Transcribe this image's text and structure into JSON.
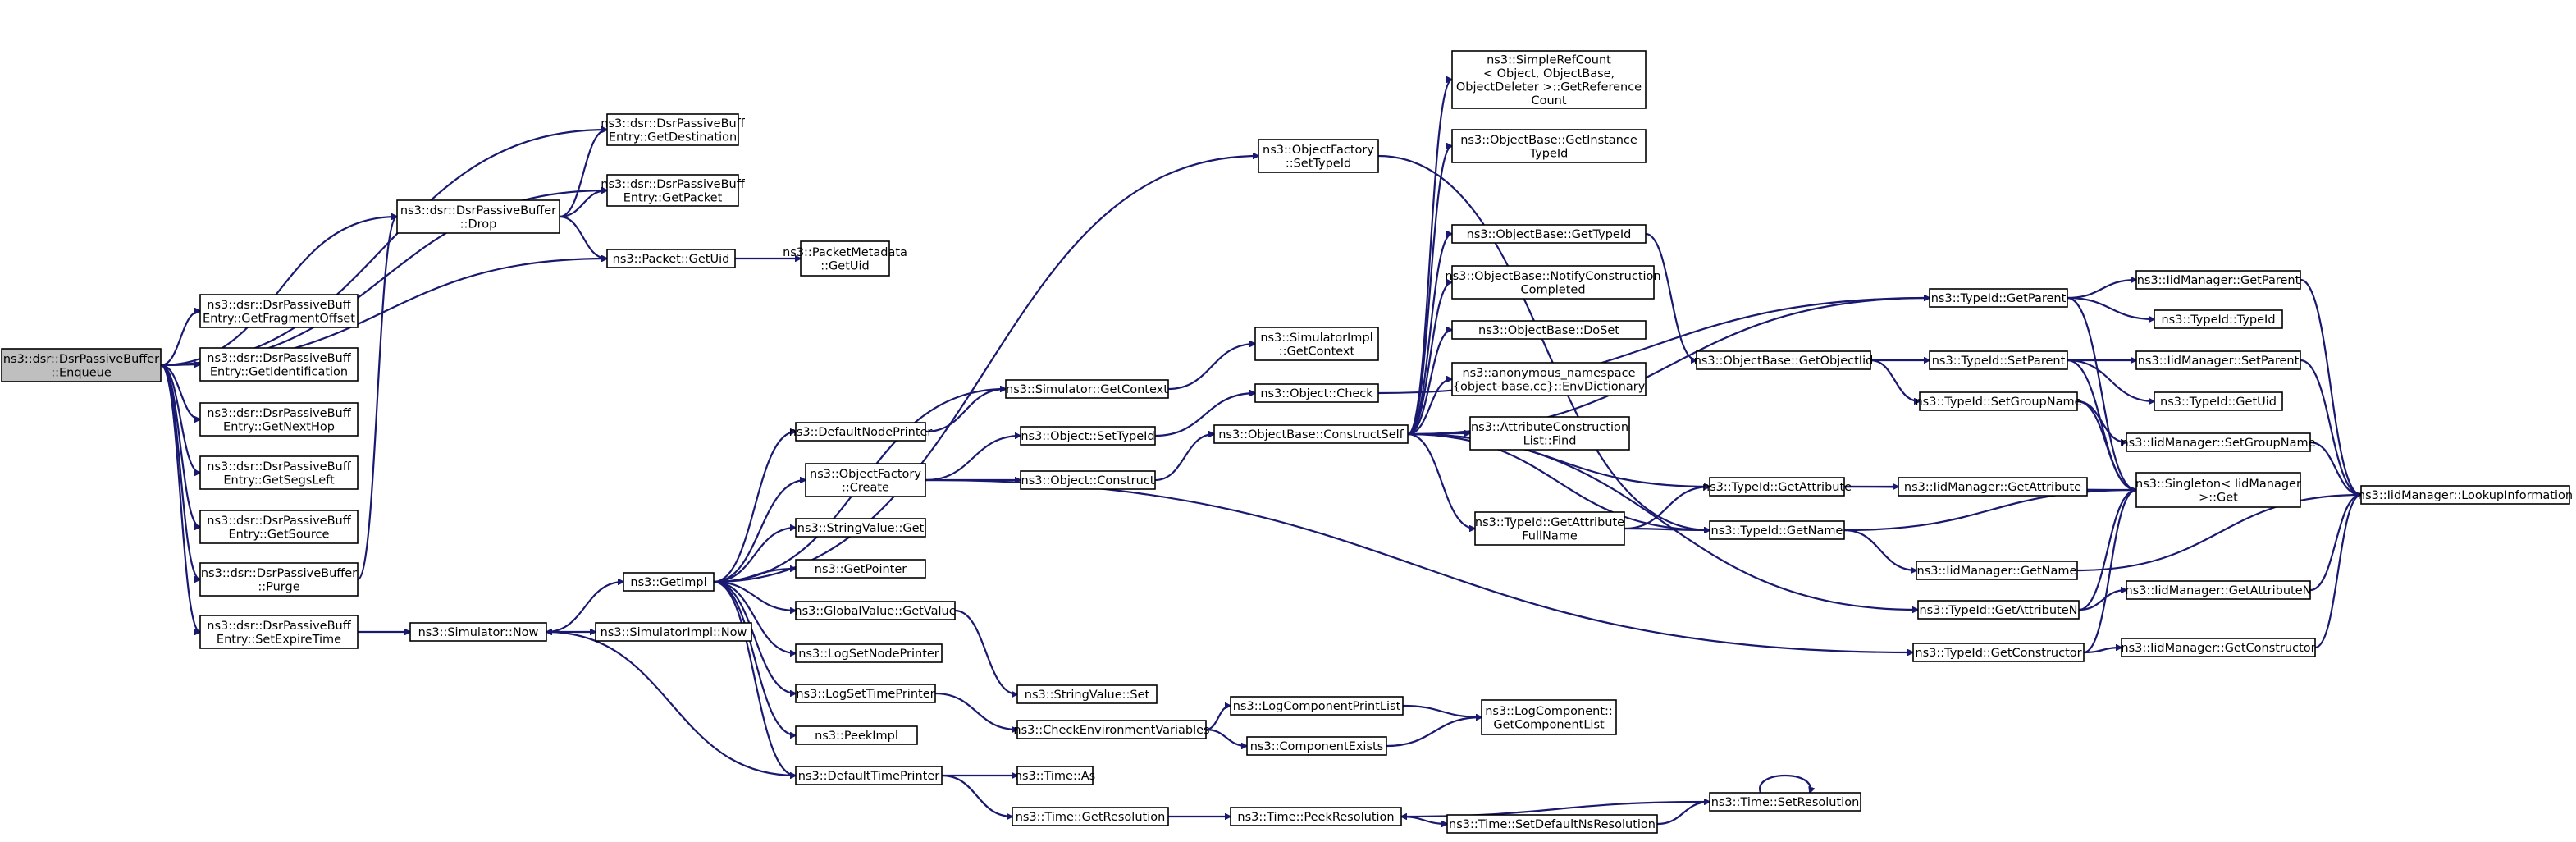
{
  "nodes": {
    "enqueue": [
      "ns3::dsr::DsrPassiveBuffer",
      "::Enqueue"
    ],
    "getdest": [
      "ns3::dsr::DsrPassiveBuff",
      "Entry::GetDestination"
    ],
    "getpacket": [
      "ns3::dsr::DsrPassiveBuff",
      "Entry::GetPacket"
    ],
    "drop": [
      "ns3::dsr::DsrPassiveBuffer",
      "::Drop"
    ],
    "pktgetuid": [
      "ns3::Packet::GetUid"
    ],
    "pmgetuid": [
      "ns3::PacketMetadata",
      "::GetUid"
    ],
    "getfrag": [
      "ns3::dsr::DsrPassiveBuff",
      "Entry::GetFragmentOffset"
    ],
    "getident": [
      "ns3::dsr::DsrPassiveBuff",
      "Entry::GetIdentification"
    ],
    "getnexthop": [
      "ns3::dsr::DsrPassiveBuff",
      "Entry::GetNextHop"
    ],
    "getsegs": [
      "ns3::dsr::DsrPassiveBuff",
      "Entry::GetSegsLeft"
    ],
    "getsource": [
      "ns3::dsr::DsrPassiveBuff",
      "Entry::GetSource"
    ],
    "purge": [
      "ns3::dsr::DsrPassiveBuffer",
      "::Purge"
    ],
    "setexpire": [
      "ns3::dsr::DsrPassiveBuff",
      "Entry::SetExpireTime"
    ],
    "simnow": [
      "ns3::Simulator::Now"
    ],
    "getimpl": [
      "ns3::GetImpl"
    ],
    "simimplnow": [
      "ns3::SimulatorImpl::Now"
    ],
    "ofsettypeid": [
      "ns3::ObjectFactory",
      "::SetTypeId"
    ],
    "defnodeprinter": [
      "ns3::DefaultNodePrinter"
    ],
    "simgetcontext": [
      "ns3::Simulator::GetContext"
    ],
    "simimplgetcontext": [
      "ns3::SimulatorImpl",
      "::GetContext"
    ],
    "ofcreate": [
      "ns3::ObjectFactory",
      "::Create"
    ],
    "objsettypeid": [
      "ns3::Object::SetTypeId"
    ],
    "objconstruct": [
      "ns3::Object::Construct"
    ],
    "objcheck": [
      "ns3::Object::Check"
    ],
    "stringget": [
      "ns3::StringValue::Get"
    ],
    "getpointer": [
      "ns3::GetPointer"
    ],
    "gvgetvalue": [
      "ns3::GlobalValue::GetValue"
    ],
    "stringset": [
      "ns3::StringValue::Set"
    ],
    "logsetnode": [
      "ns3::LogSetNodePrinter"
    ],
    "logsettime": [
      "ns3::LogSetTimePrinter"
    ],
    "peekimpl": [
      "ns3::PeekImpl"
    ],
    "deftimeprinter": [
      "ns3::DefaultTimePrinter"
    ],
    "checkenv": [
      "ns3::CheckEnvironmentVariables"
    ],
    "logcompprint": [
      "ns3::LogComponentPrintList"
    ],
    "compexists": [
      "ns3::ComponentExists"
    ],
    "getcomplist": [
      "ns3::LogComponent::",
      "GetComponentList"
    ],
    "timeas": [
      "ns3::Time::As"
    ],
    "timegetres": [
      "ns3::Time::GetResolution"
    ],
    "timepeekres": [
      "ns3::Time::PeekResolution"
    ],
    "timesetdefns": [
      "ns3::Time::SetDefaultNsResolution"
    ],
    "timesetres": [
      "ns3::Time::SetResolution"
    ],
    "simplerefcount": [
      "ns3::SimpleRefCount",
      "< Object, ObjectBase,",
      " ObjectDeleter >::GetReference",
      "Count"
    ],
    "obgetinstance": [
      "ns3::ObjectBase::GetInstance",
      "TypeId"
    ],
    "obgettypeid": [
      "ns3::ObjectBase::GetTypeId"
    ],
    "obnotify": [
      "ns3::ObjectBase::NotifyConstruction",
      "Completed"
    ],
    "obdoset": [
      "ns3::ObjectBase::DoSet"
    ],
    "envdict": [
      "ns3::anonymous_namespace",
      "{object-base.cc}::EnvDictionary"
    ],
    "obconstructself": [
      "ns3::ObjectBase::ConstructSelf"
    ],
    "attrfind": [
      "ns3::AttributeConstruction",
      "List::Find"
    ],
    "tidgetattrfull": [
      "ns3::TypeId::GetAttribute",
      "FullName"
    ],
    "tidgetattr": [
      "ns3::TypeId::GetAttribute"
    ],
    "tidgetname": [
      "ns3::TypeId::GetName"
    ],
    "obgetobjiid": [
      "ns3::ObjectBase::GetObjectIid"
    ],
    "tidgetparent": [
      "ns3::TypeId::GetParent"
    ],
    "tidsetparent": [
      "ns3::TypeId::SetParent"
    ],
    "tidsetgroup": [
      "ns3::TypeId::SetGroupName"
    ],
    "tidgetattrn": [
      "ns3::TypeId::GetAttributeN"
    ],
    "tidgetctor": [
      "ns3::TypeId::GetConstructor"
    ],
    "iidgetattr": [
      "ns3::IidManager::GetAttribute"
    ],
    "iidgetname": [
      "ns3::IidManager::GetName"
    ],
    "iidgetparent": [
      "ns3::IidManager::GetParent"
    ],
    "tidtypeid": [
      "ns3::TypeId::TypeId"
    ],
    "iidsetparent": [
      "ns3::IidManager::SetParent"
    ],
    "tidgetuid": [
      "ns3::TypeId::GetUid"
    ],
    "iidsetgroup": [
      "ns3::IidManager::SetGroupName"
    ],
    "singletonget": [
      "ns3::Singleton< IidManager",
      " >::Get"
    ],
    "iidgetattrn": [
      "ns3::IidManager::GetAttributeN"
    ],
    "iidgetctor": [
      "ns3::IidManager::GetConstructor"
    ],
    "iidlookup": [
      "ns3::IidManager::LookupInformation"
    ]
  },
  "edges": [
    [
      "enqueue",
      "getdest"
    ],
    [
      "enqueue",
      "getpacket"
    ],
    [
      "enqueue",
      "drop"
    ],
    [
      "enqueue",
      "pktgetuid"
    ],
    [
      "enqueue",
      "getfrag"
    ],
    [
      "enqueue",
      "getident"
    ],
    [
      "enqueue",
      "getnexthop"
    ],
    [
      "enqueue",
      "getsegs"
    ],
    [
      "enqueue",
      "getsource"
    ],
    [
      "enqueue",
      "purge"
    ],
    [
      "enqueue",
      "setexpire"
    ],
    [
      "drop",
      "getdest"
    ],
    [
      "drop",
      "getpacket"
    ],
    [
      "drop",
      "pktgetuid"
    ],
    [
      "pktgetuid",
      "pmgetuid"
    ],
    [
      "purge",
      "drop"
    ],
    [
      "setexpire",
      "simnow"
    ],
    [
      "simnow",
      "getimpl"
    ],
    [
      "simnow",
      "simimplnow"
    ],
    [
      "getimpl",
      "ofsettypeid"
    ],
    [
      "getimpl",
      "defnodeprinter"
    ],
    [
      "getimpl",
      "simgetcontext"
    ],
    [
      "getimpl",
      "ofcreate"
    ],
    [
      "getimpl",
      "stringget"
    ],
    [
      "getimpl",
      "getpointer"
    ],
    [
      "getimpl",
      "gvgetvalue"
    ],
    [
      "getimpl",
      "logsetnode"
    ],
    [
      "getimpl",
      "logsettime"
    ],
    [
      "getimpl",
      "peekimpl"
    ],
    [
      "getimpl",
      "deftimeprinter"
    ],
    [
      "defnodeprinter",
      "simgetcontext"
    ],
    [
      "simgetcontext",
      "simimplgetcontext"
    ],
    [
      "ofsettypeid",
      "tidgetname"
    ],
    [
      "ofcreate",
      "objsettypeid"
    ],
    [
      "ofcreate",
      "objconstruct"
    ],
    [
      "ofcreate",
      "tidgetctor"
    ],
    [
      "objsettypeid",
      "objcheck"
    ],
    [
      "objcheck",
      "tidgetparent"
    ],
    [
      "objconstruct",
      "obconstructself"
    ],
    [
      "gvgetvalue",
      "stringset"
    ],
    [
      "logsettime",
      "checkenv"
    ],
    [
      "deftimeprinter",
      "simnow"
    ],
    [
      "deftimeprinter",
      "timeas"
    ],
    [
      "deftimeprinter",
      "timegetres"
    ],
    [
      "checkenv",
      "logcompprint"
    ],
    [
      "checkenv",
      "compexists"
    ],
    [
      "logcompprint",
      "getcomplist"
    ],
    [
      "compexists",
      "getcomplist"
    ],
    [
      "timegetres",
      "timepeekres"
    ],
    [
      "timepeekres",
      "timesetdefns"
    ],
    [
      "timesetdefns",
      "timesetres"
    ],
    [
      "timesetres",
      "timepeekres"
    ],
    [
      "timesetres",
      "timesetres"
    ],
    [
      "obconstructself",
      "simplerefcount"
    ],
    [
      "obconstructself",
      "obgetinstance"
    ],
    [
      "obconstructself",
      "obgettypeid"
    ],
    [
      "obconstructself",
      "obnotify"
    ],
    [
      "obconstructself",
      "obdoset"
    ],
    [
      "obconstructself",
      "envdict"
    ],
    [
      "obconstructself",
      "attrfind"
    ],
    [
      "obconstructself",
      "tidgetattrfull"
    ],
    [
      "obconstructself",
      "tidgetattr"
    ],
    [
      "obconstructself",
      "tidgetname"
    ],
    [
      "obconstructself",
      "tidgetattrn"
    ],
    [
      "obconstructself",
      "tidgetparent"
    ],
    [
      "obgettypeid",
      "obgetobjiid"
    ],
    [
      "obgetobjiid",
      "tidsetparent"
    ],
    [
      "obgetobjiid",
      "tidsetgroup"
    ],
    [
      "tidgetattrfull",
      "tidgetattr"
    ],
    [
      "tidgetattrfull",
      "tidgetname"
    ],
    [
      "tidgetattr",
      "iidgetattr"
    ],
    [
      "tidgetattr",
      "singletonget"
    ],
    [
      "tidgetname",
      "iidgetname"
    ],
    [
      "tidgetname",
      "singletonget"
    ],
    [
      "tidgetparent",
      "iidgetparent"
    ],
    [
      "tidgetparent",
      "tidtypeid"
    ],
    [
      "tidgetparent",
      "singletonget"
    ],
    [
      "tidsetparent",
      "iidsetparent"
    ],
    [
      "tidsetparent",
      "tidgetuid"
    ],
    [
      "tidsetparent",
      "singletonget"
    ],
    [
      "tidsetgroup",
      "iidsetgroup"
    ],
    [
      "tidsetgroup",
      "singletonget"
    ],
    [
      "tidgetattrn",
      "iidgetattrn"
    ],
    [
      "tidgetattrn",
      "singletonget"
    ],
    [
      "tidgetctor",
      "iidgetctor"
    ],
    [
      "tidgetctor",
      "singletonget"
    ],
    [
      "iidgetname",
      "iidlookup"
    ],
    [
      "iidgetparent",
      "iidlookup"
    ],
    [
      "iidsetparent",
      "iidlookup"
    ],
    [
      "iidsetgroup",
      "iidlookup"
    ],
    [
      "iidgetattrn",
      "iidlookup"
    ],
    [
      "iidgetctor",
      "iidlookup"
    ]
  ]
}
